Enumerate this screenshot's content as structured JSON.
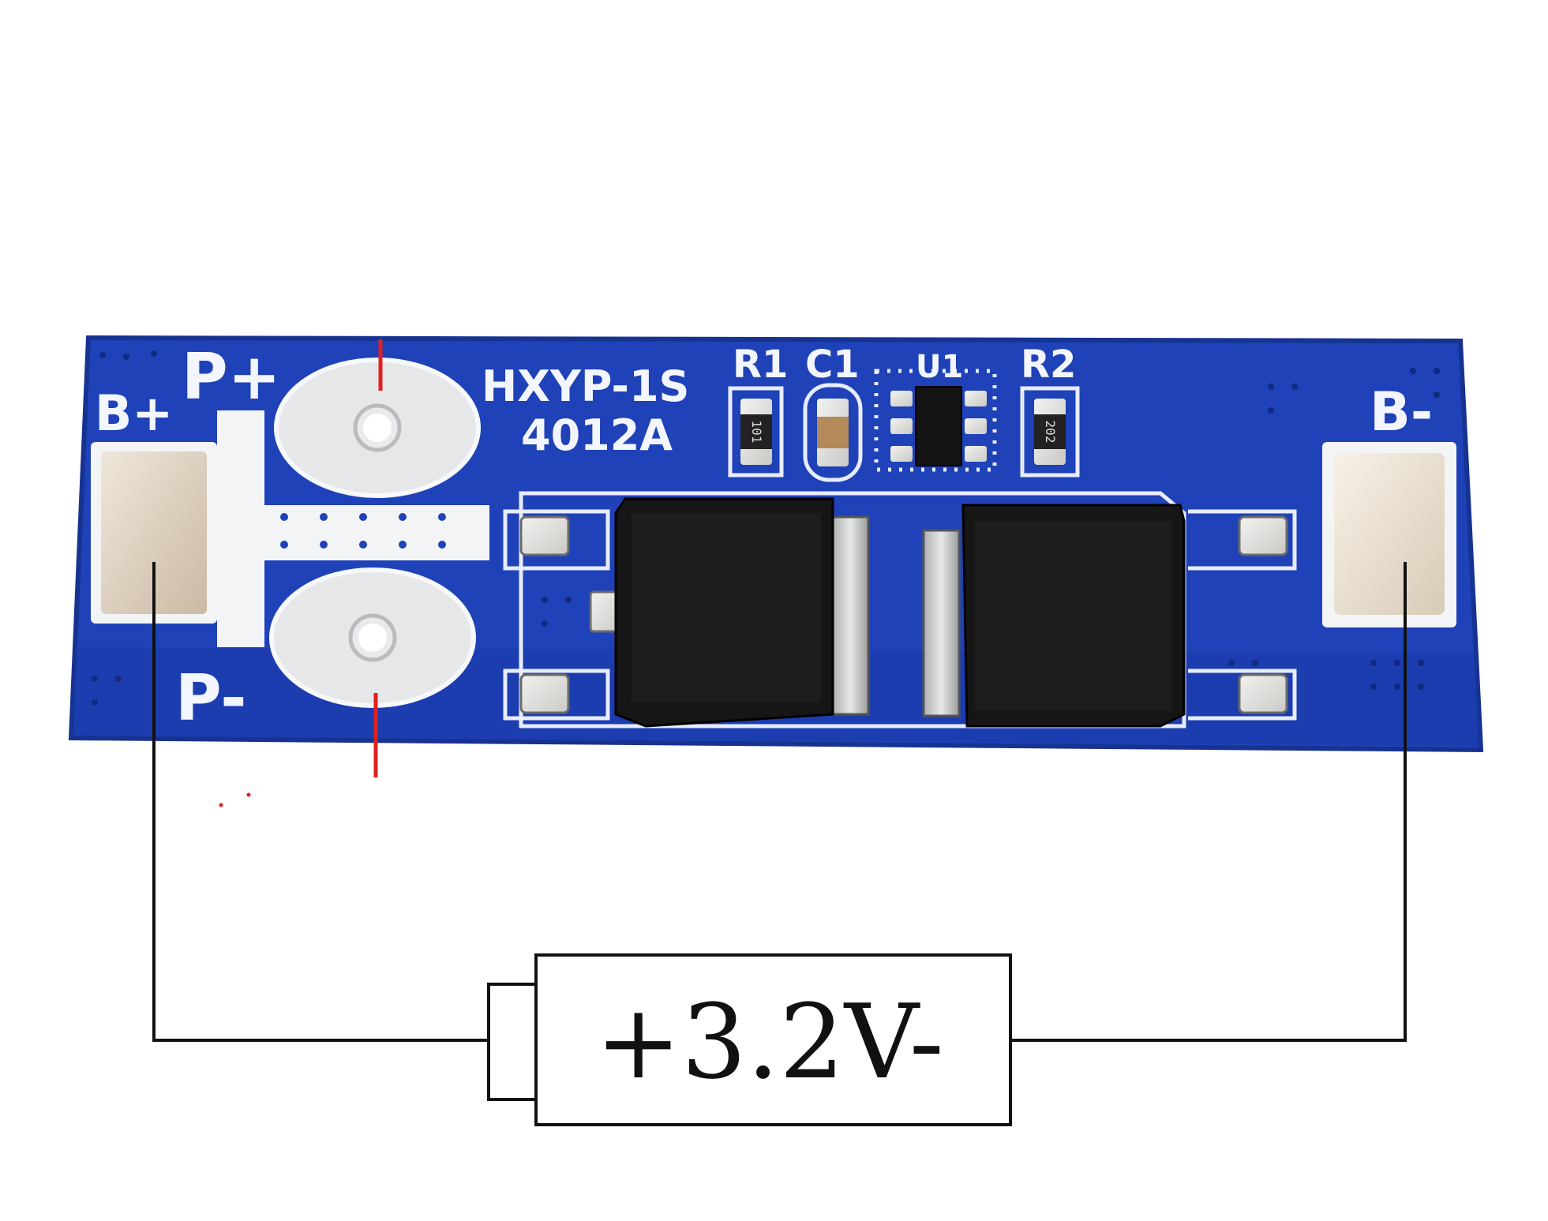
{
  "board": {
    "model_line1": "HXYP-1S",
    "model_line2": "4012A",
    "labels": {
      "b_plus": "B+",
      "p_plus": "P+",
      "p_minus": "P-",
      "b_minus": "B-",
      "r1": "R1",
      "c1": "C1",
      "u1": "U1",
      "r2": "R2"
    },
    "component_marks": {
      "r1_code": "101",
      "r2_code": "202"
    }
  },
  "battery": {
    "label": "+3.2V-"
  },
  "colors": {
    "pcb_blue": "#1f42b8",
    "pcb_edge": "#163391",
    "silkscreen": "#f4f6ff",
    "pad_metal": "#d9d6cf",
    "terminal_pad": "#e6d8c6",
    "mosfet_body": "#161616",
    "wire": "#111111",
    "marker_red": "#e02020"
  }
}
